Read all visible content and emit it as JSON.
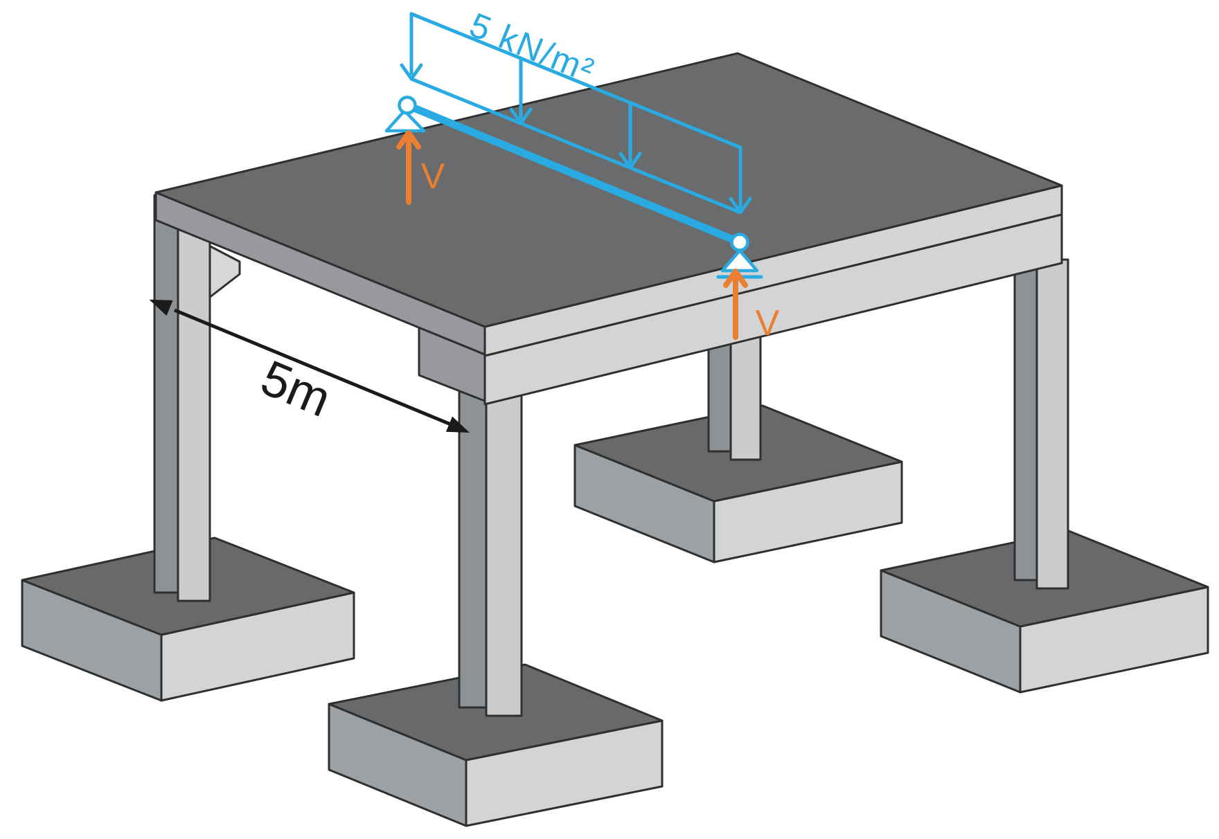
{
  "labels": {
    "load": "5 kN/m²",
    "reaction_left": "V",
    "reaction_right": "V",
    "dimension": "5m"
  },
  "colors": {
    "blue": "#29ABE2",
    "orange": "#EA7F32",
    "dimension_black": "#1A1A1A",
    "slab_top": "#696B6D",
    "footing_top": "#67696B",
    "side_left_medium": "#97999C",
    "side_right_light": "#D3D4D5",
    "leg_left": "#8F9295",
    "leg_right": "#CACCCD",
    "footing_left": "#9EA1A3",
    "detail_light": "#D6D7D8",
    "outline": "#2D2F30",
    "background": "#FFFFFF"
  }
}
